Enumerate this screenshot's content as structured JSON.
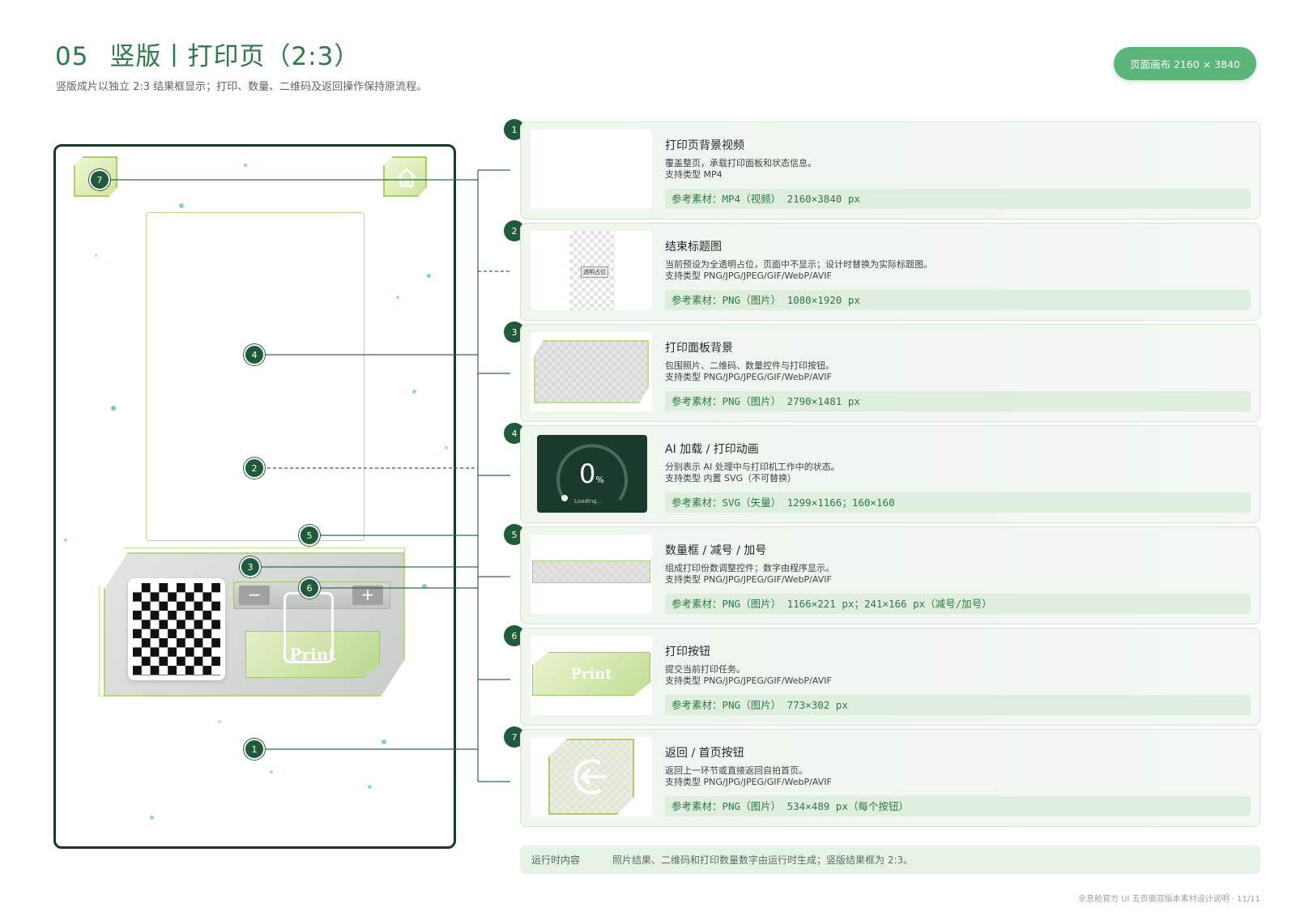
{
  "header": {
    "number": "05",
    "title": "竖版丨打印页（2:3）",
    "subtitle": "竖版成片以独立 2:3 结果框显示；打印、数量、二维码及返回操作保持原流程。",
    "canvas_pill": "页面画布  2160  ×  3840"
  },
  "mock": {
    "qty_minus": "−",
    "qty_plus": "+",
    "print_label": "Print",
    "callouts": [
      "7",
      "4",
      "2",
      "5",
      "3",
      "6",
      "1"
    ]
  },
  "cards": [
    {
      "num": "1",
      "name": "打印页背景视频",
      "desc": "覆盖整页，承载打印面板和状态信息。",
      "type": "支持类型  MP4",
      "ref": "参考素材：MP4（视频）  2160×3840  px"
    },
    {
      "num": "2",
      "name": "结束标题图",
      "desc": "当前预设为全透明占位，页面中不显示；设计时替换为实际标题图。",
      "type": "支持类型  PNG/JPG/JPEG/GIF/WebP/AVIF",
      "ref": "参考素材：PNG（图片）  1080×1920  px",
      "thumb_label": "透明占位"
    },
    {
      "num": "3",
      "name": "打印面板背景",
      "desc": "包围照片、二维码、数量控件与打印按钮。",
      "type": "支持类型  PNG/JPG/JPEG/GIF/WebP/AVIF",
      "ref": "参考素材：PNG（图片）  2790×1481  px"
    },
    {
      "num": "4",
      "name": "AI 加载 / 打印动画",
      "desc": "分别表示 AI 处理中与打印机工作中的状态。",
      "type": "支持类型  内置 SVG（不可替换）",
      "ref": "参考素材：SVG（矢量）  1299×1166；160×160",
      "thumb_value": "0",
      "thumb_unit": "%",
      "thumb_loading": "Loading..."
    },
    {
      "num": "5",
      "name": "数量框 / 减号 / 加号",
      "desc": "组成打印份数调整控件；数字由程序显示。",
      "type": "支持类型  PNG/JPG/JPEG/GIF/WebP/AVIF",
      "ref": "参考素材：PNG（图片）  1166×221  px；241×166  px（减号/加号）"
    },
    {
      "num": "6",
      "name": "打印按钮",
      "desc": "提交当前打印任务。",
      "type": "支持类型  PNG/JPG/JPEG/GIF/WebP/AVIF",
      "ref": "参考素材：PNG（图片）  773×302  px",
      "thumb_label": "Print"
    },
    {
      "num": "7",
      "name": "返回 / 首页按钮",
      "desc": "返回上一环节或直接返回自拍首页。",
      "type": "支持类型  PNG/JPG/JPEG/GIF/WebP/AVIF",
      "ref": "参考素材：PNG（图片）  534×489  px（每个按钮）"
    }
  ],
  "runtime": {
    "label": "运行时内容",
    "text": "照片结果、二维码和打印数量数字由运行时生成；竖版结果框为 2:3。"
  },
  "footer": "全息舱官方 UI 五页面双版本素材设计说明 · 11/11",
  "colors": {
    "brand_green": "#2d7a46",
    "badge_green": "#1f5a3a",
    "pill_green": "#5bb57a"
  }
}
